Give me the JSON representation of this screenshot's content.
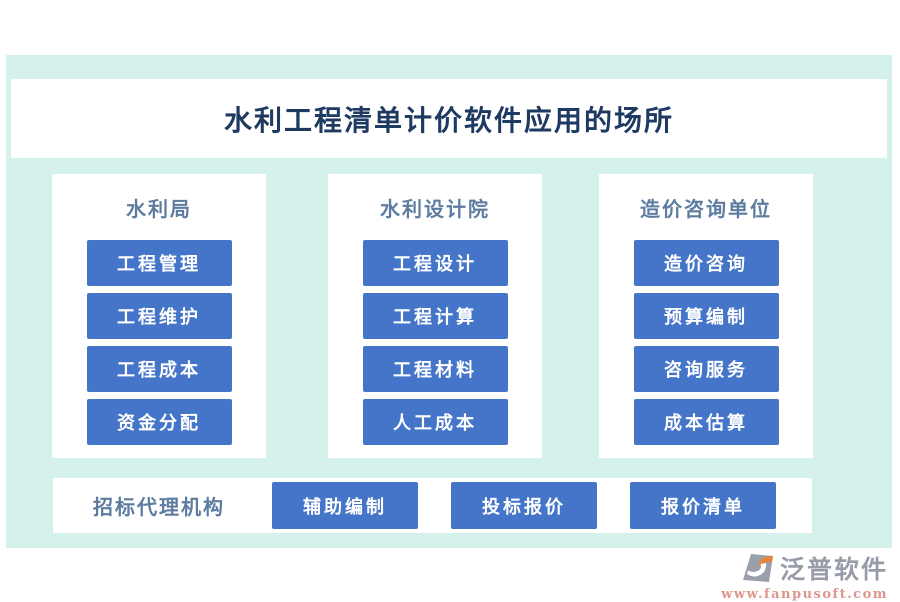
{
  "title": {
    "text": "水利工程清单计价软件应用的场所"
  },
  "columns": [
    {
      "header": "水利局",
      "buttons": [
        "工程管理",
        "工程维护",
        "工程成本",
        "资金分配"
      ]
    },
    {
      "header": "水利设计院",
      "buttons": [
        "工程设计",
        "工程计算",
        "工程材料",
        "人工成本"
      ]
    },
    {
      "header": "造价咨询单位",
      "buttons": [
        "造价咨询",
        "预算编制",
        "咨询服务",
        "成本估算"
      ]
    }
  ],
  "bottom_row": {
    "label": "招标代理机构",
    "buttons": [
      "辅助编制",
      "投标报价",
      "报价清单"
    ]
  },
  "footer": {
    "brand": "泛普软件",
    "url": "www.fanpusoft.com",
    "logo_icon": "fanpu-swirl-icon"
  },
  "colors": {
    "panel_background": "#d4f1ec",
    "button_blue": "#4575c8",
    "title_navy": "#1e3a62",
    "header_slate": "#5d7ca0",
    "brand_grey": "#989ca8",
    "url_coral": "#dd958c",
    "logo_orange": "#e8833a"
  }
}
